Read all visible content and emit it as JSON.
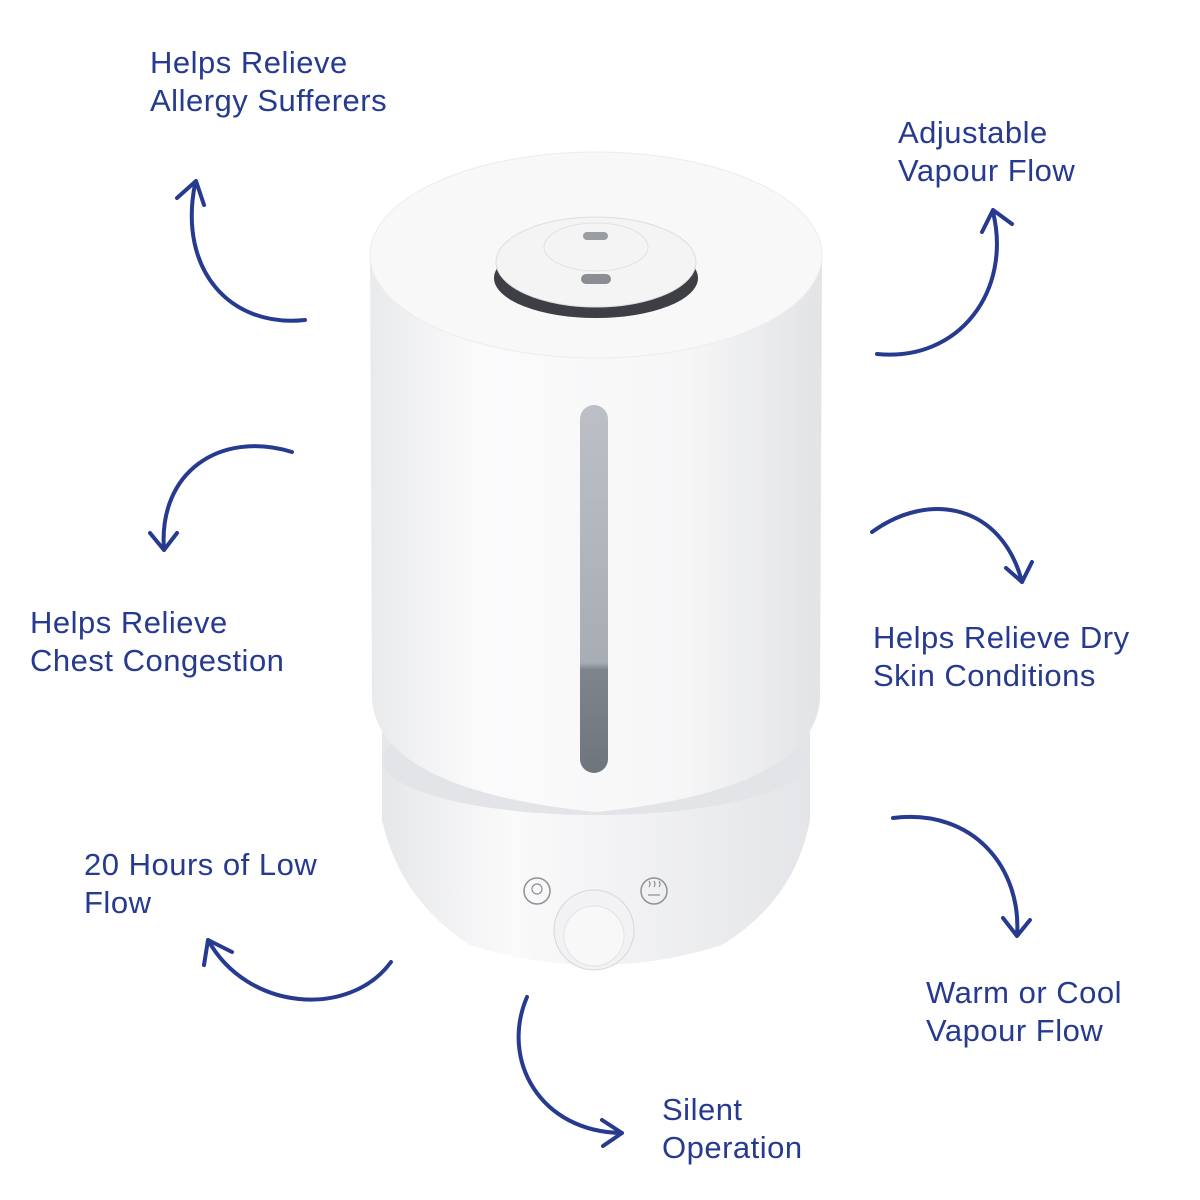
{
  "colors": {
    "text": "#263a8f",
    "arrow": "#263a8f",
    "product": "#f7f7f8"
  },
  "product": {
    "name_icons": [
      "bulb-icon",
      "steam-icon"
    ]
  },
  "features": [
    {
      "text": "Helps Relieve\nAllergy Sufferers"
    },
    {
      "text": "Adjustable\nVapour Flow"
    },
    {
      "text": "Helps Relieve\nChest Congestion"
    },
    {
      "text": "Helps Relieve Dry\nSkin Conditions"
    },
    {
      "text": "20 Hours of Low\nFlow"
    },
    {
      "text": "Warm or Cool\nVapour Flow"
    },
    {
      "text": "Silent\nOperation"
    }
  ]
}
